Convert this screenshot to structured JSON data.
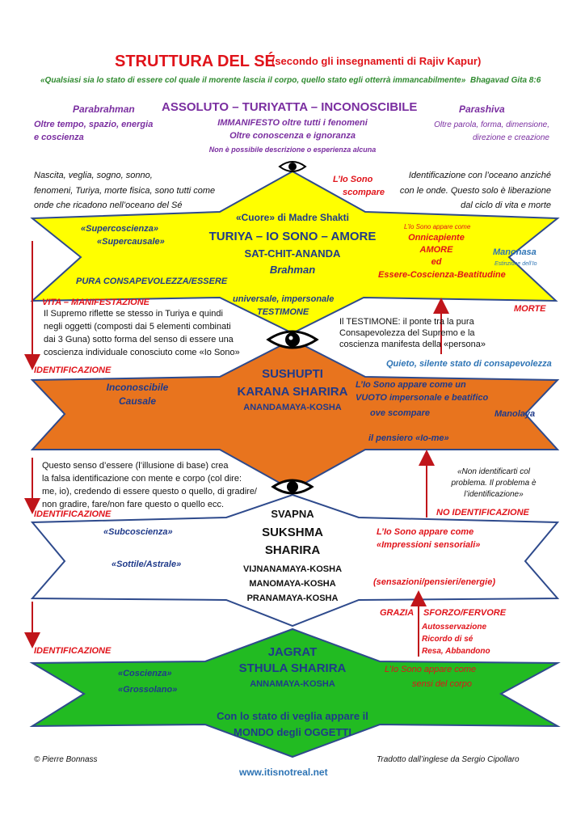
{
  "header": {
    "title": "STRUTTURA DEL SÉ",
    "subtitle": "(secondo gli insegnamenti di Rajiv Kapur)",
    "quote": "«Qualsiasi sia lo stato di essere col quale il morente lascia il corpo, quello stato egli otterrà immancabilmente»",
    "quote_source": "Bhagavad Gita 8:6"
  },
  "top": {
    "left_title": "Parabrahman",
    "left_line1": "Oltre tempo, spazio, energia",
    "left_line2": "e coscienza",
    "center_title": "ASSOLUTO – TURIYATTA – INCONOSCIBILE",
    "center_line1": "IMMANIFESTO oltre tutti i fenomeni",
    "center_line2": "Oltre conoscenza e ignoranza",
    "center_line3": "Non è possibile descrizione o esperienza alcuna",
    "right_title": "Parashiva",
    "right_line1": "Oltre parola, forma, dimensione,",
    "right_line2": "direzione e creazione"
  },
  "turiya": {
    "left_line1": "Nascita, veglia, sogno, sonno,",
    "left_line2": "fenomeni, Turiya, morte fisica, sono tutti come",
    "left_line3": "onde che ricadono nell’oceano del Sé",
    "io_sono_line1": "L’Io Sono",
    "io_sono_line2": "scompare",
    "right_line1": "Identificazione con l’oceano anziché",
    "right_line2": "con le onde. Questo solo è liberazione",
    "right_line3": "dal ciclo di vita e morte",
    "cuore": "«Cuore» di Madre Shakti",
    "title": "TURIYA – IO SONO – AMORE",
    "subtitle": "SAT-CHIT-ANANDA",
    "brahman": "Brahman",
    "super1": "«Supercoscienza»",
    "super2": "«Supercausale»",
    "appare_small": "L’Io Sono appare come",
    "appare1": "Onnicapiente",
    "appare2": "AMORE",
    "appare3": "ed",
    "appare4": "Essere-Coscienza-Beatitudine",
    "manonasa": "Manonasa",
    "estinzione": "Estinzione dell’Io",
    "pura": "PURA CONSAPEVOLEZZA/ESSERE",
    "universale": "universale, impersonale",
    "testimone": "TESTIMONE",
    "vita": "VITA – MANIFESTAZIONE",
    "morte": "MORTE",
    "supremo_line1": "Il Supremo riflette se stesso in Turiya e quindi",
    "supremo_line2": "negli oggetti (composti dai 5 elementi combinati",
    "supremo_line3": "dai 3 Guna) sotto forma del senso di essere una",
    "supremo_line4": "coscienza individuale conosciuto come «Io Sono»",
    "ponte_line1": "Il TESTIMONE: il ponte tra la pura",
    "ponte_line2": "Consapevolezza del Supremo e la",
    "ponte_line3": "coscienza manifesta della «persona»"
  },
  "sushupti": {
    "identificazione": "IDENTIFICAZIONE",
    "quieto": "Quieto, silente stato di consapevolezza",
    "title1": "SUSHUPTI",
    "title2": "KARANA SHARIRA",
    "title3": "ANANDAMAYA-KOSHA",
    "left1": "Inconoscibile",
    "left2": "Causale",
    "appare1": "L’Io Sono appare come un",
    "appare2": "VUOTO impersonale e beatifico",
    "appare3": "ove scompare",
    "appare4": "il pensiero «Io-me»",
    "manolaya": "Manolaya"
  },
  "svapna": {
    "senso_line1": "Questo senso d’essere (l’illusione di base) crea",
    "senso_line2": "la falsa identificazione con mente e corpo (col dire:",
    "senso_line3": "me, io), credendo di essere questo o quello, di gradire/",
    "senso_line4": "non gradire, fare/non fare questo o quello ecc.",
    "identificazione": "IDENTIFICAZIONE",
    "quote_line1": "«Non identificarti col",
    "quote_line2": "problema. Il problema è",
    "quote_line3": "l’identificazione»",
    "no_id": "NO IDENTIFICAZIONE",
    "title1": "SVAPNA",
    "title2": "SUKSHMA",
    "title3": "SHARIRA",
    "kosha1": "VIJNANAMAYA-KOSHA",
    "kosha2": "MANOMAYA-KOSHA",
    "kosha3": "PRANAMAYA-KOSHA",
    "left1": "«Subcoscienza»",
    "left2": "«Sottile/Astrale»",
    "appare1": "L’Io Sono appare come",
    "appare2": "«Impressioni sensoriali»",
    "sensazioni": "(sensazioni/pensieri/energie)"
  },
  "jagrat": {
    "grazia": "GRAZIA",
    "sforzo": "SFORZO/FERVORE",
    "auto1": "Autosservazione",
    "auto2": "Ricordo di sé",
    "auto3": "Resa, Abbandono",
    "identificazione": "IDENTIFICAZIONE",
    "title1": "JAGRAT",
    "title2": "STHULA SHARIRA",
    "title3": "ANNAMAYA-KOSHA",
    "left1": "«Coscienza»",
    "left2": "«Grossolano»",
    "appare1": "L’Io Sono appare come",
    "appare2": "sensi del corpo",
    "mondo1": "Con lo stato di veglia appare il",
    "mondo2": "MONDO degli OGGETTI"
  },
  "footer": {
    "author": "© Pierre Bonnass",
    "translator": "Tradotto dall’inglese da Sergio Cipollaro",
    "url": "www.itisnotreal.net"
  },
  "colors": {
    "turiya": "#ffff00",
    "sushupti": "#e8741e",
    "svapna": "#ffffff",
    "jagrat": "#22bb22",
    "outline": "#2e4a8c",
    "arrow": "#c0151a"
  },
  "icons": [
    "eye-icon",
    "arrow-down-icon",
    "arrow-up-icon"
  ]
}
